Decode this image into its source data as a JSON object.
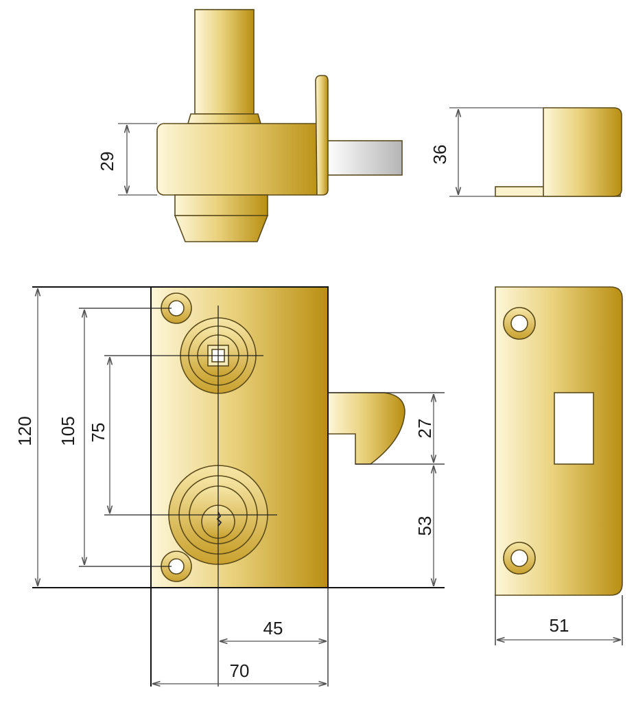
{
  "dimensions": {
    "top_view_height": "29",
    "side_view_height": "36",
    "overall_height": "120",
    "screw_spacing": "105",
    "cylinder_spacing": "75",
    "latch_height": "27",
    "latch_offset": "53",
    "cylinder_offset": "45",
    "body_width": "70",
    "keeper_width": "51"
  },
  "colors": {
    "brass_light": "#fdf6d8",
    "brass_mid": "#e8cf7a",
    "brass_dark": "#b98f12",
    "steel_light": "#ffffff",
    "steel_dark": "#b5b5b5"
  }
}
